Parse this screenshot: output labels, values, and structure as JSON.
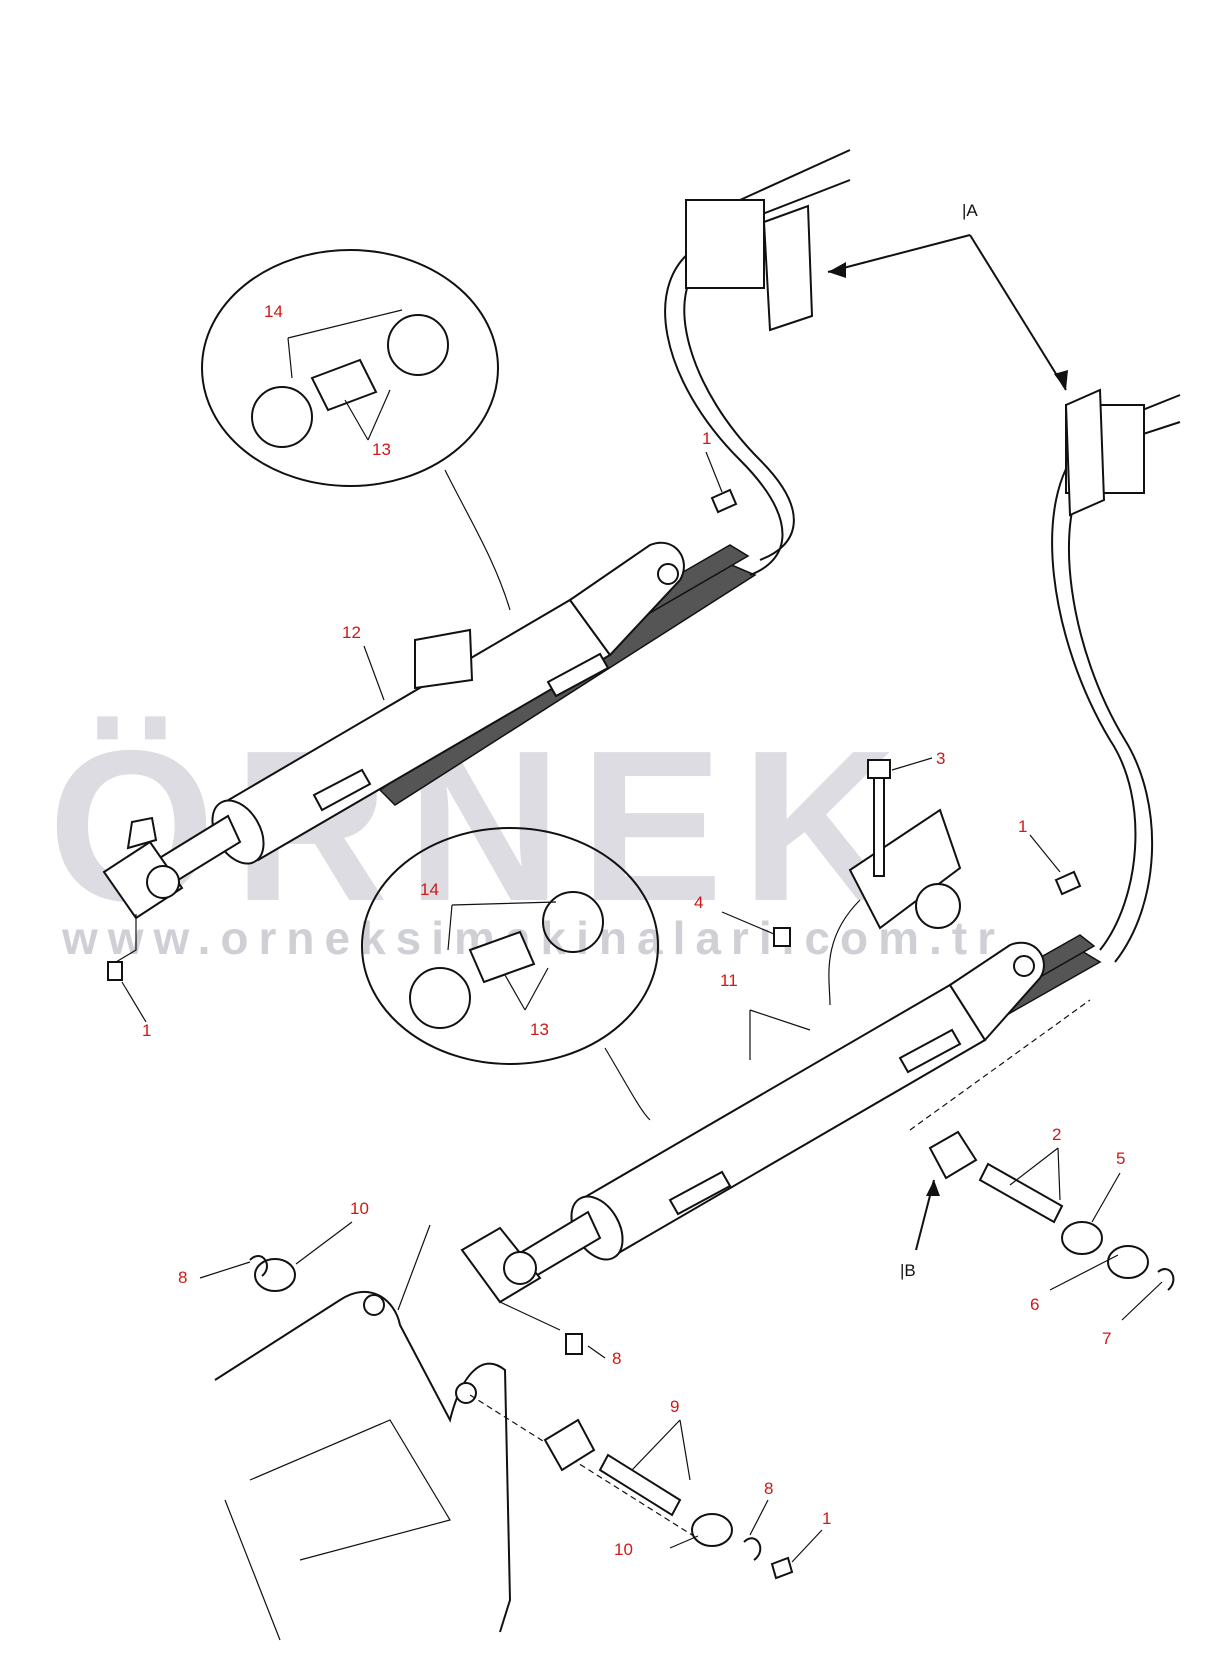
{
  "watermark": {
    "brand": "ÖRNEK",
    "url": "www.orneksimakinalari.com.tr",
    "accent_color": "#f5d56a",
    "text_color": "#dcdce2"
  },
  "callouts": {
    "c1_top": "1",
    "c1_left": "1",
    "c1_right": "1",
    "c1_bottom": "1",
    "c2": "2",
    "c3": "3",
    "c4": "4",
    "c5": "5",
    "c6": "6",
    "c7": "7",
    "c8_left": "8",
    "c8_mid": "8",
    "c8_bottom": "8",
    "c9": "9",
    "c10_top": "10",
    "c10_bottom": "10",
    "c11": "11",
    "c12": "12",
    "c13_top": "13",
    "c13_mid": "13",
    "c14_top": "14",
    "c14_mid": "14"
  },
  "references": {
    "a": "|A",
    "b": "|B"
  }
}
